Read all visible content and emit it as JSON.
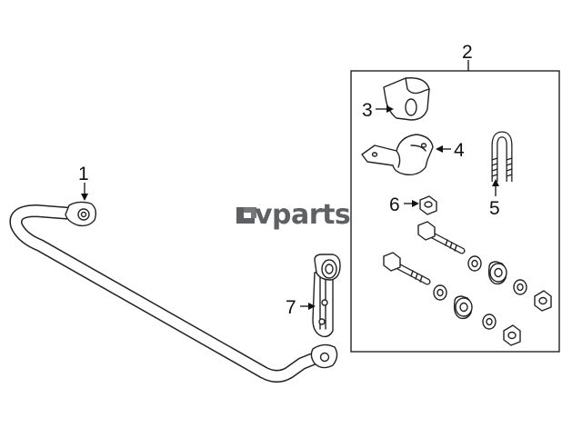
{
  "callouts": {
    "c1": "1",
    "c2": "2",
    "c3": "3",
    "c4": "4",
    "c5": "5",
    "c6": "6",
    "c7": "7"
  },
  "watermark": {
    "text": "vparts",
    "logo_icon": "lv-logo-icon"
  },
  "colors": {
    "ink": "#222222",
    "watermark": "#5f6063",
    "background": "#ffffff"
  }
}
